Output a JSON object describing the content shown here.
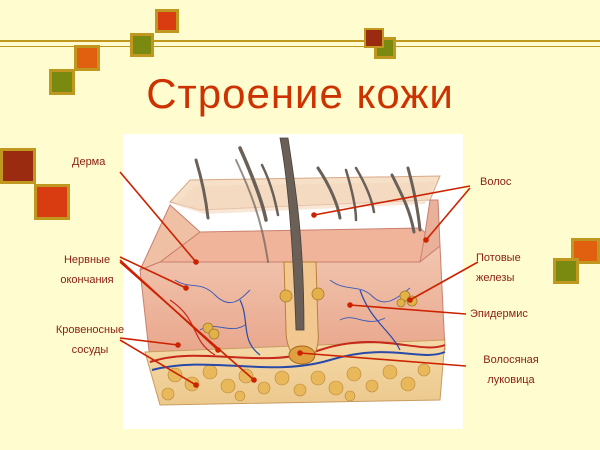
{
  "slide": {
    "title": "Строение кожи",
    "colors": {
      "background": "#fffdd0",
      "title": "#cc3300",
      "label_text": "#8a1f10",
      "pointer_line": "#cc2200",
      "deco_orange": "#e06010",
      "deco_olive": "#7a8a10",
      "deco_dark_red": "#9a2a10",
      "deco_red": "#d83c10",
      "deco_border": "#c09820"
    }
  },
  "labels": {
    "derma": "Дерма",
    "nerve_endings": [
      "Нервные",
      "окончания"
    ],
    "blood_vessels": [
      "Кровеносные",
      "сосуды"
    ],
    "hair": "Волос",
    "sweat_glands": [
      "Потовые",
      "железы"
    ],
    "epidermis": "Эпидермис",
    "hair_bulb": [
      "Волосяная",
      "луковица"
    ]
  }
}
